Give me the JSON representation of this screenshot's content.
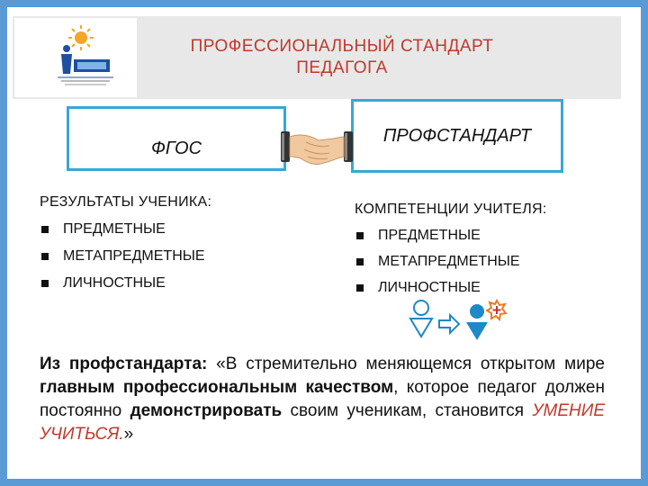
{
  "header": {
    "title_line1": "ПРОФЕССИОНАЛЬНЫЙ СТАНДАРТ",
    "title_line2": "ПЕДАГОГА"
  },
  "boxes": {
    "left": "ФГОС",
    "right": "ПРОФСТАНДАРТ"
  },
  "left_column": {
    "heading": "РЕЗУЛЬТАТЫ УЧЕНИКА:",
    "items": [
      "ПРЕДМЕТНЫЕ",
      "МЕТАПРЕДМЕТНЫЕ",
      "ЛИЧНОСТНЫЕ"
    ]
  },
  "right_column": {
    "heading": "КОМПЕТЕНЦИИ УЧИТЕЛЯ:",
    "items": [
      "ПРЕДМЕТНЫЕ",
      "МЕТАПРЕДМЕТНЫЕ",
      "ЛИЧНОСТНЫЕ"
    ]
  },
  "quote": {
    "lead_bold": "Из профстандарта:",
    "part1": " «В стремительно меняющемся открытом мире ",
    "bold1": "главным профессиональным качеством",
    "part2": ", которое педагог должен постоянно ",
    "bold2": "демонстрировать",
    "part3": " своим ученикам, становится ",
    "accent": "УМЕНИЕ УЧИТЬСЯ.",
    "end": "»"
  },
  "icons": {
    "logo": "school-logo-icon",
    "handshake": "handshake-icon",
    "persons": "person-growth-icon"
  },
  "colors": {
    "frame": "#5b9bd5",
    "title": "#c0392b",
    "box_border": "#35a8d6",
    "accent": "#c0392b",
    "person_blue": "#1e88c8",
    "plus_badge": "#e67e22"
  }
}
